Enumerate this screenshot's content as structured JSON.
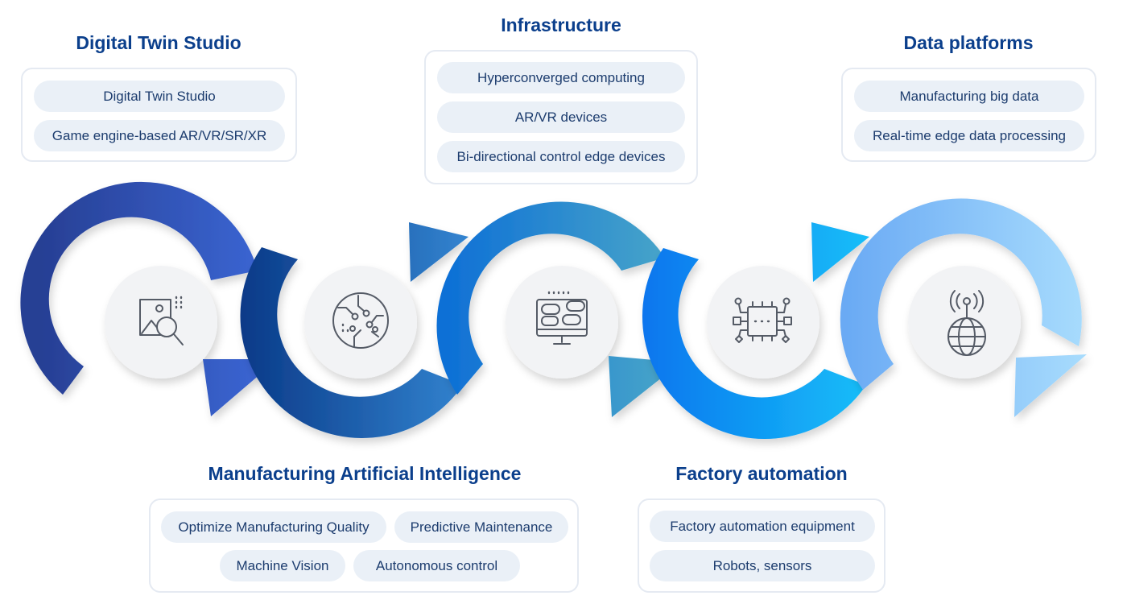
{
  "sections": {
    "digital_twin": {
      "title": "Digital Twin Studio",
      "items": [
        "Digital Twin Studio",
        "Game engine-based AR/VR/SR/XR"
      ]
    },
    "infrastructure": {
      "title": "Infrastructure",
      "items": [
        "Hyperconverged computing",
        "AR/VR devices",
        "Bi-directional control edge devices"
      ]
    },
    "data_platforms": {
      "title": "Data platforms",
      "items": [
        "Manufacturing big data",
        "Real-time edge data processing"
      ]
    },
    "manufacturing_ai": {
      "title": "Manufacturing Artificial Intelligence",
      "items": [
        "Optimize Manufacturing Quality",
        "Predictive Maintenance",
        "Machine Vision",
        "Autonomous control"
      ]
    },
    "factory_automation": {
      "title": "Factory automation",
      "items": [
        "Factory automation equipment",
        "Robots, sensors"
      ]
    }
  },
  "flow_icons": [
    {
      "name": "image-search-icon"
    },
    {
      "name": "circuit-globe-icon"
    },
    {
      "name": "monitor-chat-icon"
    },
    {
      "name": "processor-chip-icon"
    },
    {
      "name": "antenna-globe-icon"
    }
  ],
  "colors": {
    "title": "#0b3f8c",
    "pill_bg": "#eaf0f7",
    "pill_text": "#1c3c6e",
    "box_border": "#e5eaf2",
    "arc1": [
      "#273f94",
      "#3b66d4"
    ],
    "arc2": [
      "#0a3a88",
      "#3486d2"
    ],
    "arc3": [
      "#0d6fd6",
      "#48a5c9"
    ],
    "arc4": [
      "#0876ee",
      "#18c1f9"
    ],
    "arc5": [
      "#6aaaf4",
      "#a8dcfd"
    ]
  }
}
